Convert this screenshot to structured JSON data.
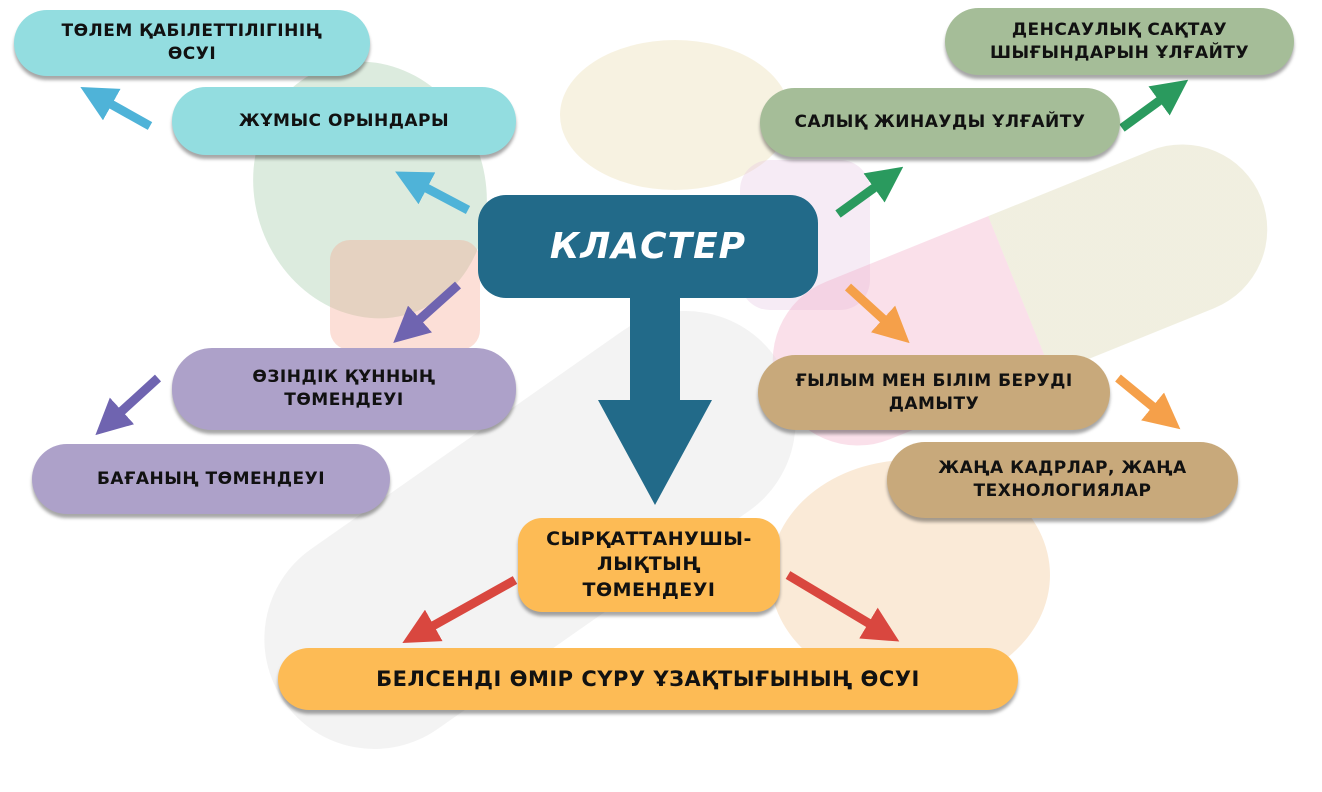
{
  "center": {
    "label": "КЛАСТЕР"
  },
  "nodes": {
    "n1": "ТӨЛЕМ ҚАБІЛЕТТІЛІГІНІҢ ӨСУІ",
    "n2": "ЖҰМЫС ОРЫНДАРЫ",
    "n3": "ДЕНСАУЛЫҚ САҚТАУ ШЫҒЫНДАРЫН ҰЛҒАЙТУ",
    "n4": "САЛЫҚ ЖИНАУДЫ ҰЛҒАЙТУ",
    "n5": "ӨЗІНДІК ҚҰННЫҢ ТӨМЕНДЕУІ",
    "n6": "БАҒАНЫҢ ТӨМЕНДЕУІ",
    "n7": "ҒЫЛЫМ МЕН БІЛІМ БЕРУДІ ДАМЫТУ",
    "n8": "ЖАҢА КАДРЛАР, ЖАҢА ТЕХНОЛОГИЯЛАР",
    "n9": "СЫРҚАТТАНУШЫ-ЛЫҚТЫҢ ТӨМЕНДЕУІ",
    "n10": "БЕЛСЕНДІ ӨМІР СҮРУ ҰЗАҚТЫҒЫНЫҢ ӨСУІ"
  },
  "colors": {
    "teal": "#93dde0",
    "green": "#a5bd98",
    "purple": "#ada1c9",
    "tan": "#c8a97b",
    "orange": "#fdbb55",
    "center": "#226a89"
  }
}
